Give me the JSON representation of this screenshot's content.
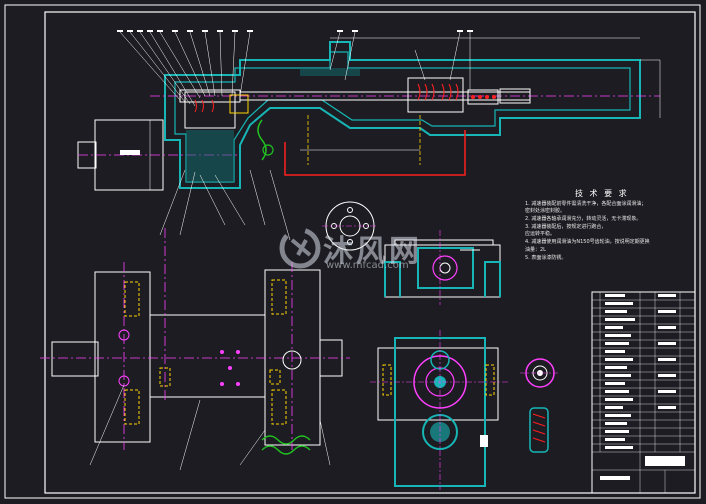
{
  "drawing": {
    "notes_title": "技 术 要 求",
    "notes": [
      "1. 减速器装配前零件需清洗干净，各配合面涂润滑油；",
      "   密封处涂密封胶。",
      "2. 减速器各轴承润滑充分，转动灵活，无卡滞现象。",
      "3. 减速器装配后，按规定进行跑合，",
      "   应运转平稳。",
      "4. 减速器使用润滑油为N150号齿轮油，按说明定期更换",
      "   油量：2L",
      "5. 表面涂漆防锈。"
    ],
    "colors": {
      "background": "#1c1c22",
      "outline": "#ffffff",
      "section": "#17b5b5",
      "centerline": "#ff40ff",
      "hidden": "#ffd400",
      "highlight": "#ff2020",
      "green": "#22c022"
    }
  },
  "watermark": {
    "text_cn": "沐风网",
    "text_en": "www.mfcad.com",
    "logo_icon": "mfcad-logo-icon"
  }
}
